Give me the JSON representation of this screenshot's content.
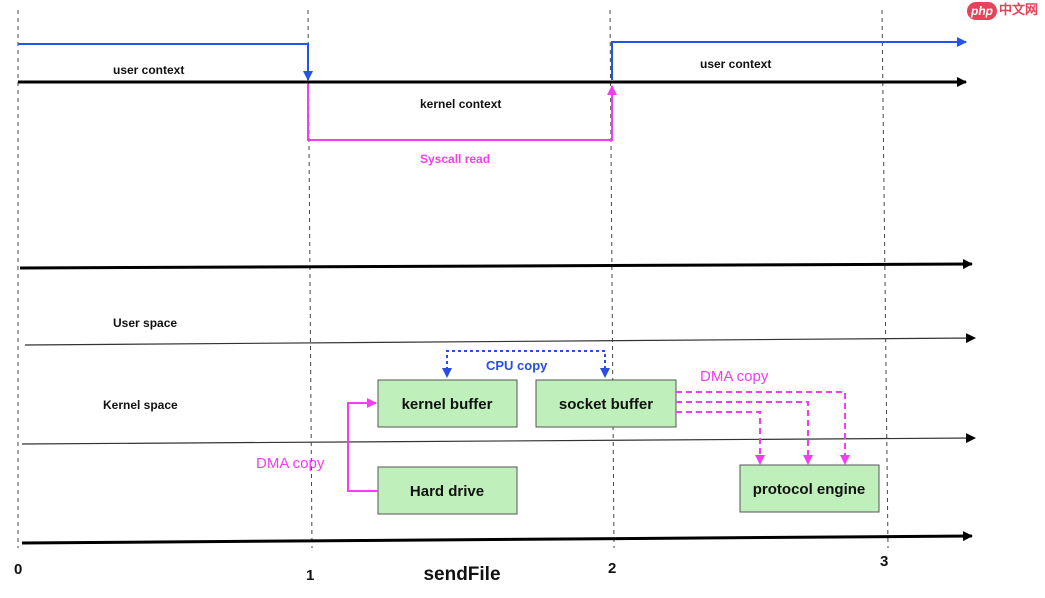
{
  "labels": {
    "user_context_left": "user context",
    "user_context_right": "user context",
    "kernel_context": "kernel context",
    "syscall_read": "Syscall read",
    "user_space": "User space",
    "kernel_space": "Kernel  space",
    "cpu_copy": "CPU copy",
    "dma_copy_left": "DMA copy",
    "dma_copy_right": "DMA copy",
    "title": "sendFile"
  },
  "boxes": {
    "kernel_buffer": "kernel buffer",
    "socket_buffer": "socket buffer",
    "hard_drive": "Hard drive",
    "protocol_engine": "protocol engine"
  },
  "ticks": [
    "0",
    "1",
    "2",
    "3"
  ],
  "watermark": {
    "badge": "php",
    "text": "中文网"
  },
  "colors": {
    "user_line": "#2255e8",
    "syscall": "#f23ef0",
    "cpu_copy": "#2a4ce0",
    "dma": "#f23ef0",
    "box_fill": "#bff0bb",
    "box_stroke": "#555555",
    "axis": "#000000"
  }
}
